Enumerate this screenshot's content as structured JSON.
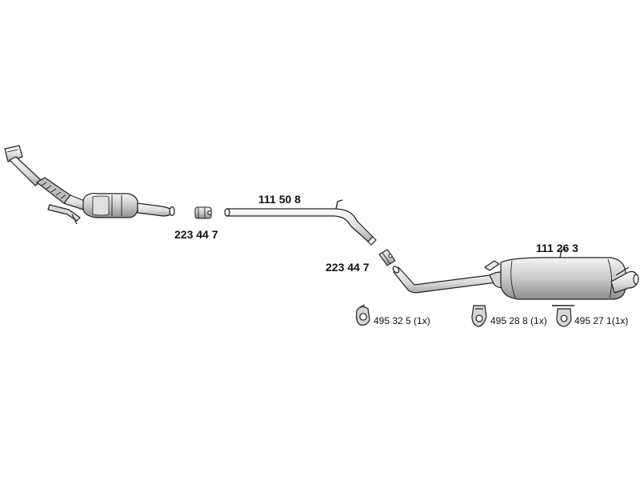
{
  "parts": {
    "catalytic_converter": {
      "label": ""
    },
    "clamp_front": {
      "label": "223 44 7"
    },
    "center_pipe": {
      "label": "111 50 8"
    },
    "clamp_rear": {
      "label": "223 44 7"
    },
    "rear_silencer": {
      "label": "111 26 3"
    }
  },
  "mounts": [
    {
      "label": "495 32 5 (1x)"
    },
    {
      "label": "495 28 8 (1x)"
    },
    {
      "label": "495 27 1(1x)"
    }
  ],
  "colors": {
    "stroke": "#222222",
    "fill_light": "#e6e6e6",
    "fill_mid": "#c8c8c8",
    "fill_dark": "#9a9a9a",
    "text": "#111111"
  }
}
